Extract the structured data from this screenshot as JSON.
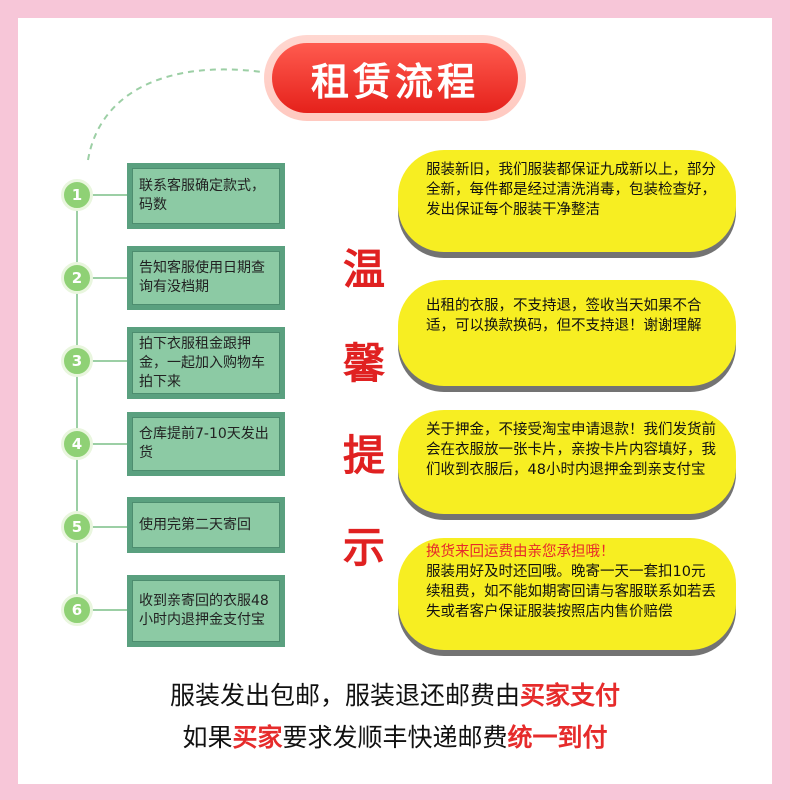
{
  "title": "租赁流程",
  "steps": [
    {
      "num": "1",
      "text": "联系客服确定款式，码数"
    },
    {
      "num": "2",
      "text": "告知客服使用日期查询有没档期"
    },
    {
      "num": "3",
      "text": "拍下衣服租金跟押金，一起加入购物车拍下来"
    },
    {
      "num": "4",
      "text": "仓库提前7-10天发出货"
    },
    {
      "num": "5",
      "text": "使用完第二天寄回"
    },
    {
      "num": "6",
      "text": "收到亲寄回的衣服48小时内退押金支付宝"
    }
  ],
  "tips_heading": [
    "温",
    "馨",
    "提",
    "示"
  ],
  "tips": [
    {
      "highlight": "",
      "text": "服装新旧，我们服装都保证九成新以上，部分全新，每件都是经过清洗消毒，包装检查好，发出保证每个服装干净整洁"
    },
    {
      "highlight": "",
      "text": "出租的衣服，不支持退，签收当天如果不合适，可以换款换码，但不支持退！谢谢理解"
    },
    {
      "highlight": "",
      "text": "关于押金，不接受淘宝申请退款！我们发货前会在衣服放一张卡片，亲按卡片内容填好，我们收到衣服后，48小时内退押金到亲支付宝"
    },
    {
      "highlight": "换货来回运费由亲您承担哦！",
      "text": "服装用好及时还回哦。晚寄一天一套扣10元续租费，如不能如期寄回请与客服联系如若丢失或者客户保证服装按照店内售价赔偿"
    }
  ],
  "footer": {
    "line1_a": "服装发出包邮，服装退还邮费由",
    "line1_b": "买家支付",
    "line2_a": "如果",
    "line2_b": "买家",
    "line2_c": "要求发顺丰快递邮费",
    "line2_d": "统一到付"
  },
  "colors": {
    "border": "#f7c6d8",
    "title_red": "#e5211b",
    "step_box": "#8ccaa4",
    "node_green": "#8fd175",
    "bubble_yellow": "#f7ee22",
    "accent_red": "#e62b2b"
  }
}
